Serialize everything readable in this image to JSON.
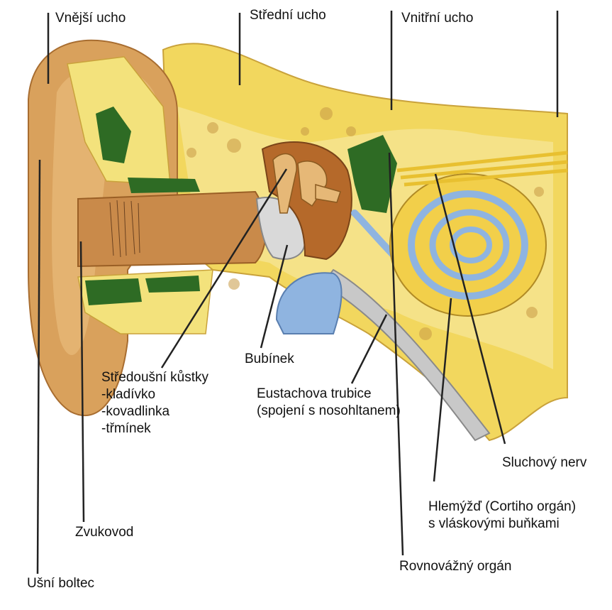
{
  "colors": {
    "skin": "#d9a15c",
    "skin_dark": "#b8783a",
    "bone": "#f2d75e",
    "bone_light": "#f7e79a",
    "green": "#2e6b24",
    "blue": "#8fb4e0",
    "brown": "#b5692a",
    "line": "#222222"
  },
  "labels": {
    "outer_ear": "Vnější ucho",
    "middle_ear": "Střední ucho",
    "inner_ear": "Vnitřní ucho",
    "ossicles": [
      "Středoušní kůstky",
      "-kladívko",
      "-kovadlinka",
      "-třmínek"
    ],
    "eardrum": "Bubínek",
    "eustachian": [
      "Eustachova trubice",
      "(spojení s nosohltanem)"
    ],
    "auditory_nerve": "Sluchový nerv",
    "cochlea": [
      "Hlemýžď (Cortiho orgán)",
      "s vláskovými buňkami"
    ],
    "ear_canal": "Zvukovod",
    "balance_organ": "Rovnovážný orgán",
    "auricle": "Ušní boltec"
  }
}
